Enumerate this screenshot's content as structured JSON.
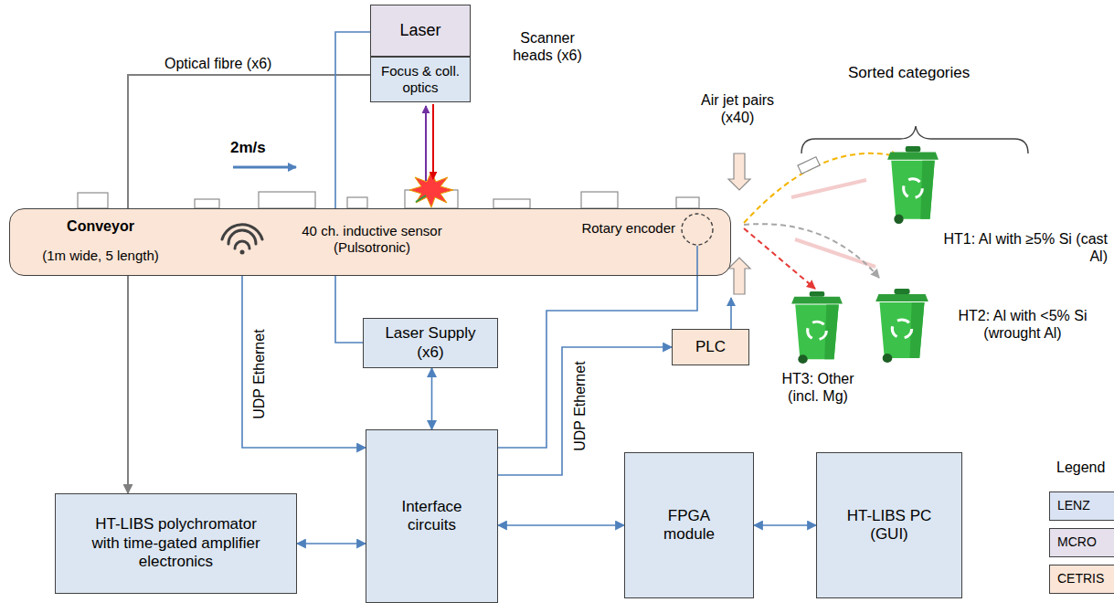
{
  "diagram": {
    "nodes": [
      {
        "text": [
          "Laser"
        ]
      },
      {
        "text": [
          "Focus & coll. optics"
        ]
      },
      {
        "text": [
          "Conveyor",
          "(1m wide, 5 length)"
        ]
      },
      {
        "text": [
          "40 ch. inductive sensor (Pulsotronic)"
        ],
        "in": 2
      },
      {
        "text": [
          "Rotary encoder"
        ],
        "in": 2
      },
      {
        "text": [
          "Laser Supply (x6)"
        ]
      },
      {
        "text": [
          "PLC"
        ]
      },
      {
        "text": [
          "HT-LIBS polychromator with time-gated amplifier electronics"
        ]
      },
      {
        "text": [
          "Interface circuits"
        ]
      },
      {
        "text": [
          "FPGA module"
        ]
      },
      {
        "text": [
          "HT-LIBS PC (GUI)"
        ]
      },
      {
        "text": [
          "HT1: Al with ≥5% Si (cast Al)"
        ]
      },
      {
        "text": [
          "HT2: Al with <5% Si (wrought Al)"
        ]
      },
      {
        "text": [
          "HT3: Other (incl. Mg)"
        ]
      }
    ],
    "edges": [
      {
        "from": 1,
        "to": 7,
        "arrow": "to",
        "label": "Optical fibre (x6)"
      },
      {
        "from": 0,
        "to": 5,
        "arrow": "none"
      },
      {
        "from": 5,
        "to": 8,
        "arrow": "both"
      },
      {
        "from": 3,
        "to": 8,
        "arrow": "to",
        "label": "UDP Ethernet"
      },
      {
        "from": 8,
        "to": 4,
        "arrow": "none"
      },
      {
        "from": 8,
        "to": 6,
        "arrow": "to",
        "label": "UDP Ethernet"
      },
      {
        "from": 7,
        "to": 8,
        "arrow": "both"
      },
      {
        "from": 8,
        "to": 9,
        "arrow": "both"
      },
      {
        "from": 9,
        "to": 10,
        "arrow": "both"
      }
    ],
    "labels": [
      "Scanner heads (x6)",
      "2m/s",
      "Air jet pairs (x40)",
      "Sorted categories",
      "Legend"
    ],
    "legend": [
      {
        "text": "LENZ",
        "color": "#dae3f3"
      },
      {
        "text": "MCRO",
        "color": "#e6e0ec"
      },
      {
        "text": "CETRIS",
        "color": "#fbe5d6"
      }
    ]
  }
}
